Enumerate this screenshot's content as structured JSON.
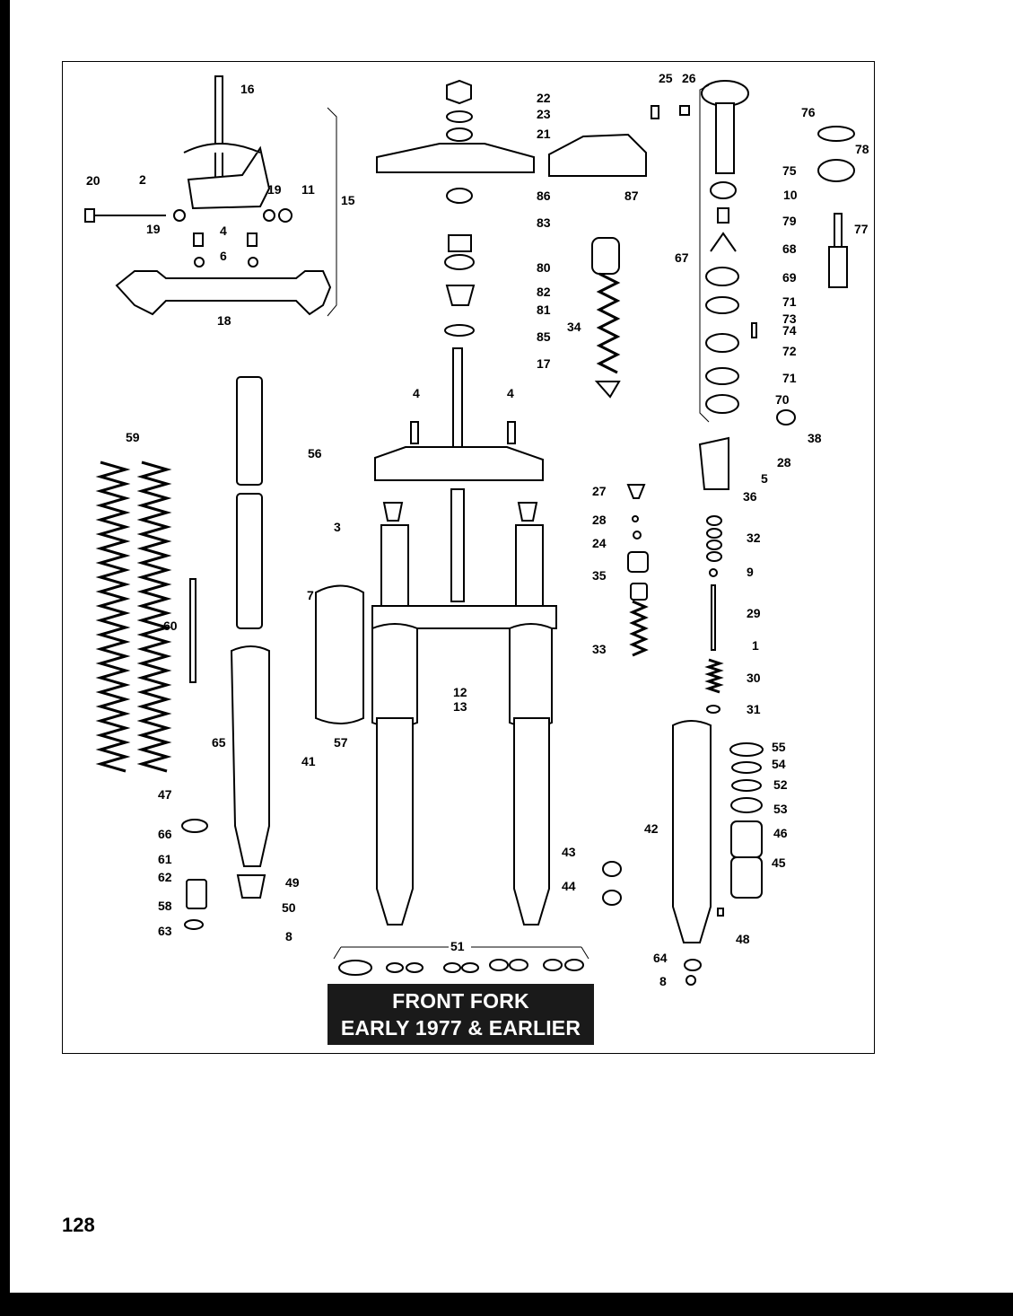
{
  "title": {
    "line1": "FRONT FORK",
    "line2": "EARLY 1977 & EARLIER"
  },
  "page_number": "128",
  "callouts": [
    "1",
    "2",
    "3",
    "4",
    "5",
    "6",
    "7",
    "8",
    "9",
    "10",
    "11",
    "12",
    "13",
    "15",
    "16",
    "17",
    "18",
    "19",
    "20",
    "21",
    "22",
    "23",
    "24",
    "25",
    "26",
    "27",
    "28",
    "29",
    "30",
    "31",
    "32",
    "33",
    "34",
    "35",
    "36",
    "38",
    "41",
    "42",
    "43",
    "44",
    "45",
    "46",
    "47",
    "48",
    "49",
    "50",
    "51",
    "52",
    "53",
    "54",
    "55",
    "56",
    "57",
    "58",
    "59",
    "60",
    "61",
    "62",
    "63",
    "64",
    "65",
    "66",
    "67",
    "68",
    "69",
    "70",
    "71",
    "72",
    "73",
    "74",
    "75",
    "76",
    "77",
    "78",
    "79",
    "80",
    "81",
    "82",
    "83",
    "85",
    "86",
    "87"
  ]
}
